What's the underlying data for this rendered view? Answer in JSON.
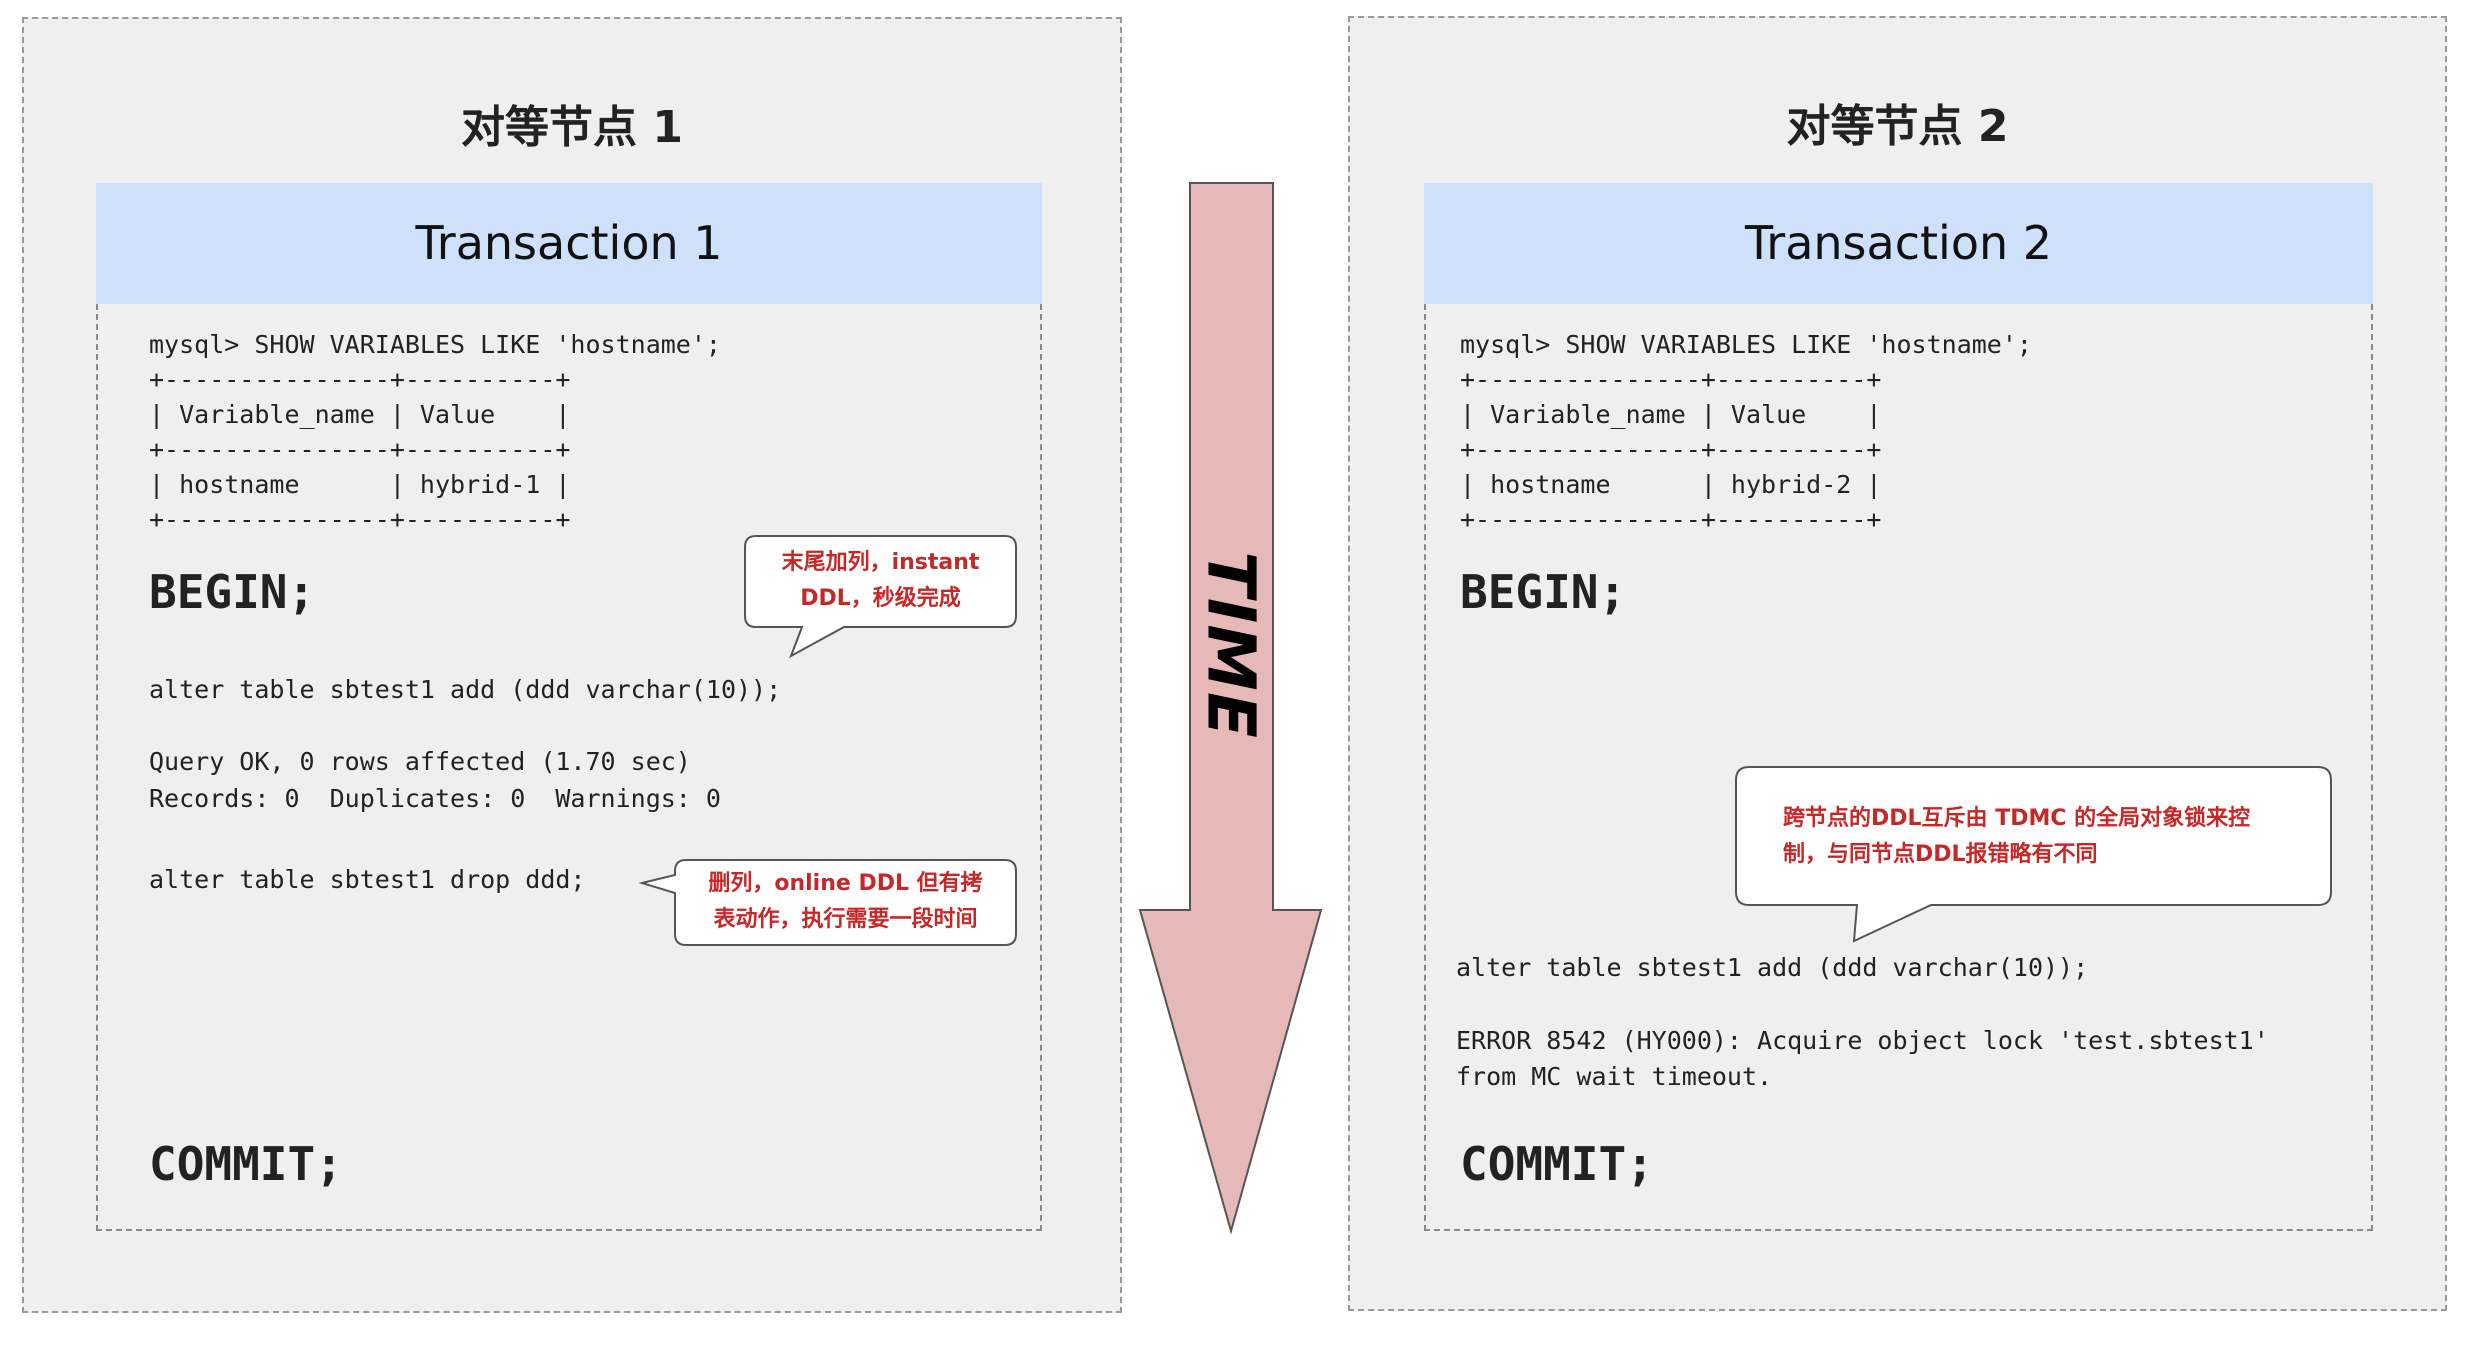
{
  "nodes": [
    {
      "title": "对等节点 1",
      "transaction": "Transaction 1",
      "query": "mysql> SHOW VARIABLES LIKE 'hostname';",
      "table": [
        "+---------------+----------+",
        "| Variable_name | Value    |",
        "+---------------+----------+",
        "| hostname      | hybrid-1 |",
        "+---------------+----------+"
      ],
      "begin": "BEGIN;",
      "stmt1": "alter table sbtest1 add (ddd varchar(10));",
      "result1": "Query OK, 0 rows affected (1.70 sec)",
      "result2": "Records: 0  Duplicates: 0  Warnings: 0",
      "stmt2": "alter table sbtest1 drop ddd;",
      "commit": "COMMIT;",
      "callout1": {
        "line1": "末尾加列，instant",
        "line2": "DDL，秒级完成"
      },
      "callout2": {
        "line1": "删列，online DDL 但有拷",
        "line2": "表动作，执行需要一段时间"
      }
    },
    {
      "title": "对等节点 2",
      "transaction": "Transaction 2",
      "query": "mysql> SHOW VARIABLES LIKE 'hostname';",
      "table": [
        "+---------------+----------+",
        "| Variable_name | Value    |",
        "+---------------+----------+",
        "| hostname      | hybrid-2 |",
        "+---------------+----------+"
      ],
      "begin": "BEGIN;",
      "stmt1": "alter table sbtest1 add (ddd varchar(10));",
      "error1": "ERROR 8542 (HY000): Acquire object lock 'test.sbtest1'",
      "error2": "from MC wait timeout.",
      "commit": "COMMIT;",
      "callout": {
        "line1": "跨节点的DDL互斥由 TDMC 的全局对象锁来控",
        "line2": "制，与同节点DDL报错略有不同"
      }
    }
  ],
  "timeline": {
    "label": "TIME",
    "color": "#e6b8b7"
  },
  "colors": {
    "header": "#cfe0fb",
    "callout_text": "#c62828",
    "panel": "#efefef"
  }
}
